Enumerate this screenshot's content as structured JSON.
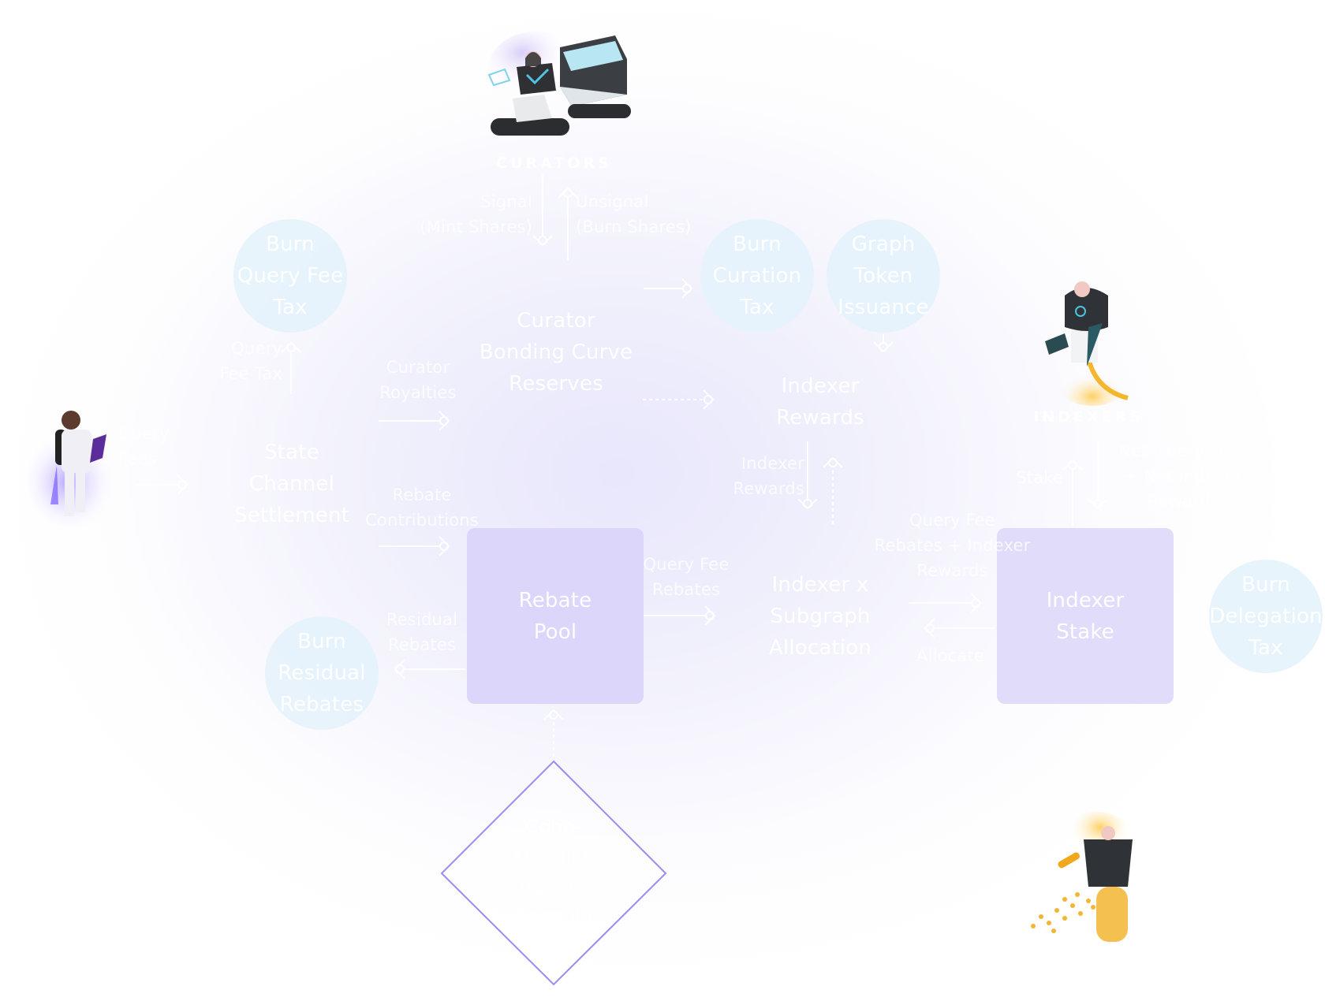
{
  "diagram": {
    "title": "The Graph Token Economics Flow",
    "colors": {
      "box_fill": "#dcd6fa",
      "circle_fill": "#e4f2fc",
      "diamond_stroke": "#9a8cf0",
      "text": "#ffffff"
    },
    "roles": {
      "curators": "CURATORS",
      "indexers": "INDEXERS"
    },
    "nodes": {
      "burn_query_fee_tax": "Burn\nQuery Fee\nTax",
      "burn_curation_tax": "Burn\nCuration\nTax",
      "graph_token_issuance": "Graph\nToken\nIssuance",
      "curator_bonding_curve_reserves": "Curator\nBonding Curve\nReserves",
      "indexer_rewards": "Indexer\nRewards",
      "state_channel_settlement": "State\nChannel\nSettlement",
      "rebate_pool": "Rebate\nPool",
      "indexer_subgraph_allocation": "Indexer x\nSubgraph\nAllocation",
      "indexer_stake": "Indexer\nStake",
      "burn_delegation_tax": "Burn\nDelegation\nTax",
      "burn_residual_rebates": "Burn\nResidual\nRebates",
      "cobb_douglas": "Cobb-\nDouglas\nRebate\nFormula"
    },
    "flows": {
      "signal": "Signal\n(Mint Shares)",
      "unsignal": "Unsignal\n(Burn Shares)",
      "query_fee_tax": "Query\nFee Tax",
      "curator_royalties": "Curator\nRoyalties",
      "rebate_contributions": "Rebate\nContributions",
      "query_fees": "Query\nFees",
      "indexer_rewards_flow": "Indexer\nRewards",
      "query_fee_rebates": "Query Fee\nRebates",
      "residual_rebates": "Residual\nRebates",
      "query_fee_rebates_indexer_rewards": "Query Fee\nRebates + Indexer\nRewards",
      "allocate": "Allocate",
      "stake": "Stake",
      "net_query_fees": "Net Query Fees\n+ Net Indexer\nRewards"
    },
    "actors": {
      "curator": "curator-robot-illustration",
      "indexer": "indexer-jetpack-illustration",
      "consumer": "consumer-astronaut-illustration",
      "delegator": "delegator-coin-robot-illustration"
    }
  }
}
